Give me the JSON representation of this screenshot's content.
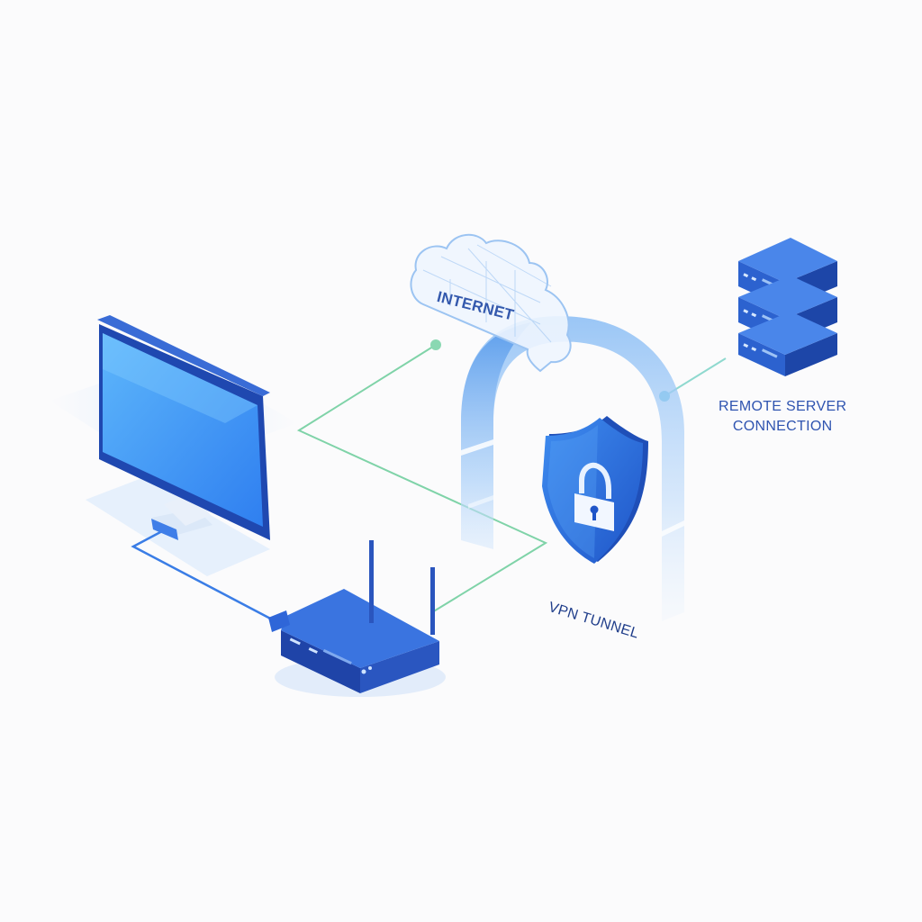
{
  "labels": {
    "internet": "INTERNET",
    "remote_server_line1": "REMOTE SERVER",
    "remote_server_line2": "CONNECTION",
    "vpn_tunnel": "VPN TUNNEL"
  },
  "icons": [
    "monitor-icon",
    "router-icon",
    "cloud-icon",
    "shield-lock-icon",
    "server-stack-icon",
    "vpn-tunnel-arch"
  ],
  "colors": {
    "primary_blue": "#2e62d4",
    "dark_blue": "#1f44a8",
    "light_blue": "#6fa8ef",
    "connector_green": "#7fd3a8",
    "cloud_outline": "#9cc4f2",
    "text_blue": "#2a4fa8",
    "background": "#fbfbfc"
  }
}
